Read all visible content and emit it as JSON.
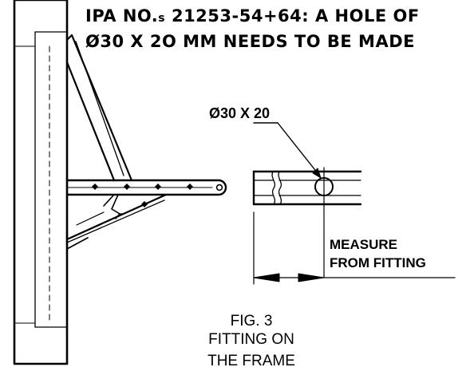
{
  "heading": {
    "line1_prefix": "IPA NO.",
    "line1_suffix_small": "s",
    "line1_rest": " 21253-54+64: A HOLE OF",
    "line2": "Ø30 X 2O MM NEEDS TO BE MADE"
  },
  "labels": {
    "hole_dimension": "Ø30 X 20",
    "measure_line1": "MEASURE",
    "measure_line2": "FROM FITTING"
  },
  "caption": {
    "fig": "FIG. 3",
    "line1": "FITTING ON",
    "line2": "THE FRAME"
  },
  "colors": {
    "ink": "#000000",
    "paper": "#ffffff"
  }
}
